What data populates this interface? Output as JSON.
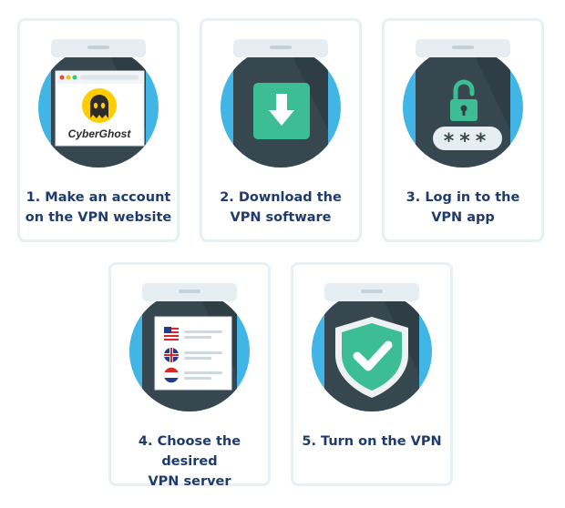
{
  "steps": [
    {
      "line1": "1. Make an account",
      "line2": "on the VPN website",
      "logo_text": "CyberGhost"
    },
    {
      "line1": "2. Download the",
      "line2": "VPN software"
    },
    {
      "line1": "3. Log in to the",
      "line2": "VPN app",
      "password_mask": "***"
    },
    {
      "line1": "4. Choose the desired",
      "line2": "VPN server"
    },
    {
      "line1": "5. Turn on the VPN",
      "line2": ""
    }
  ],
  "colors": {
    "circle": "#41b6e6",
    "phone": "#37474f",
    "phone_dark": "#2f3d44",
    "accent_green": "#3dbd94",
    "text": "#1f3b6e",
    "logo_yellow": "#ffcc00"
  }
}
